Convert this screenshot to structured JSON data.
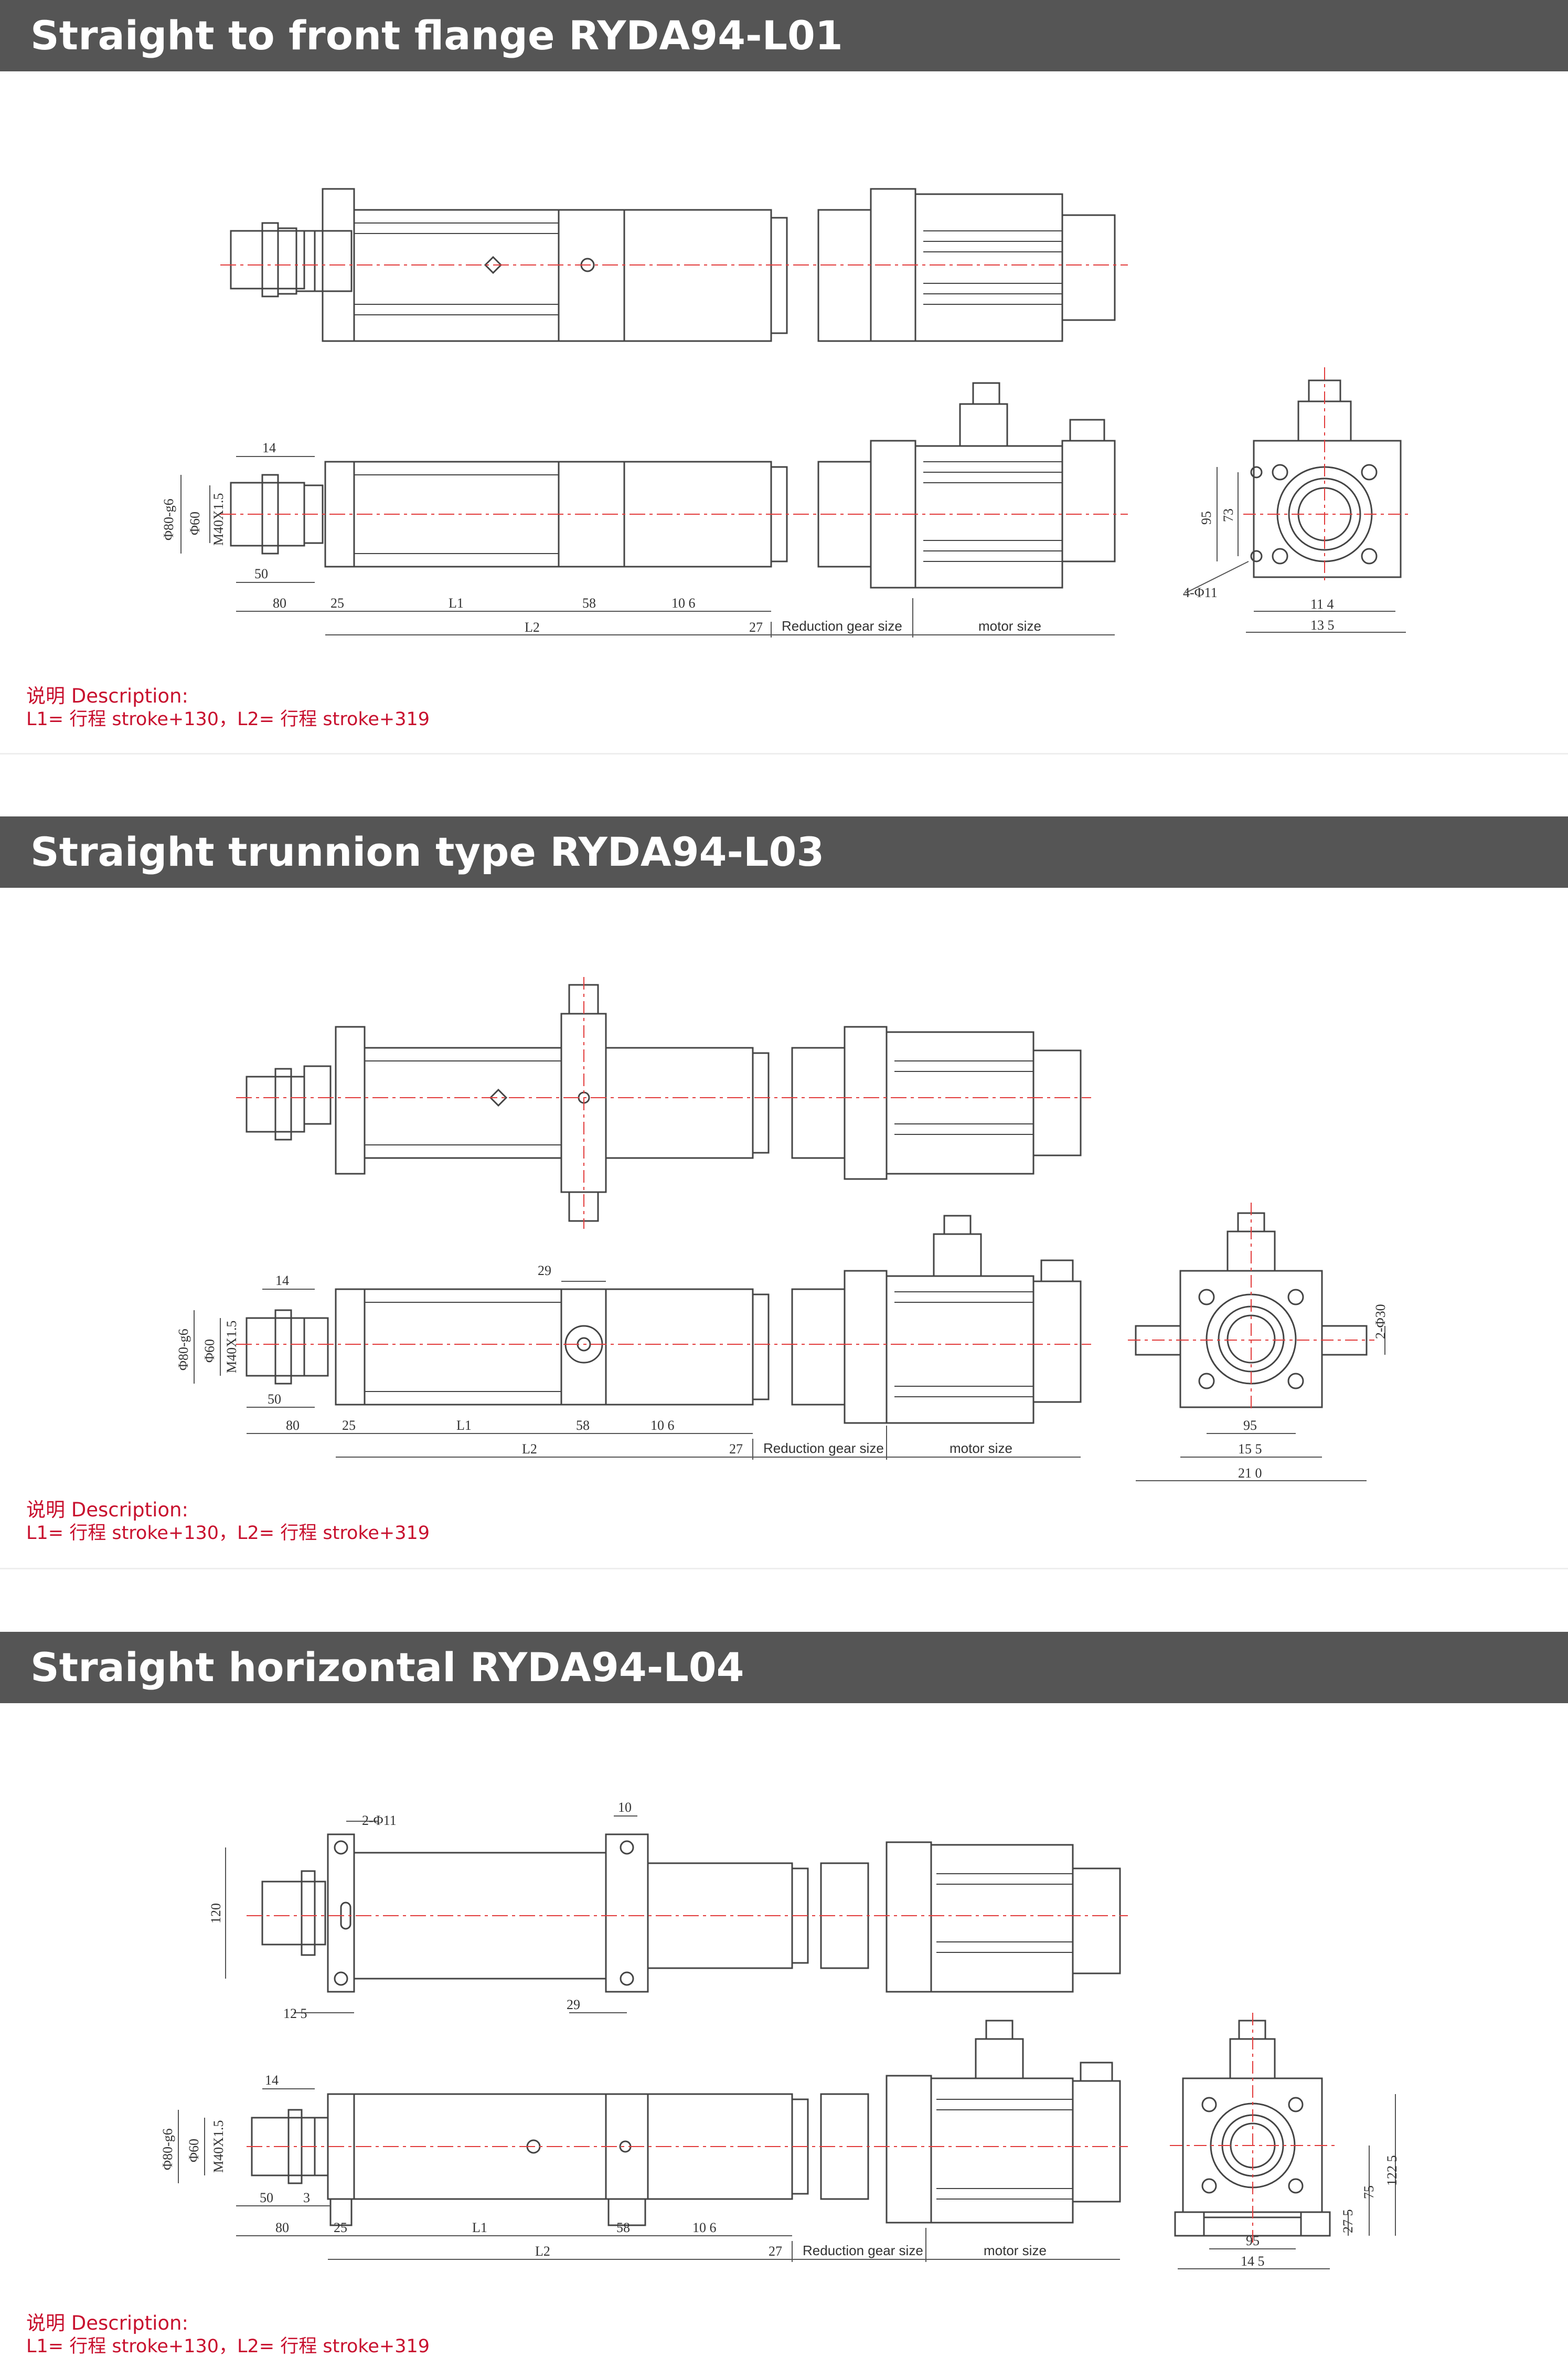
{
  "sections": [
    {
      "title": "Straight to front flange RYDA94-L01",
      "desc_title": "说明 Description:",
      "formula": "L1= 行程 stroke+130，L2= 行程 stroke+319",
      "dims": {
        "d14": "14",
        "phi80": "Φ80-g6",
        "phi60": "Φ60",
        "m40": "M40X1.5",
        "d50": "50",
        "d80": "80",
        "d25": "25",
        "L1": "L1",
        "d58": "58",
        "d106": "10 6",
        "L2": "L2",
        "d27": "27",
        "gear": "Reduction gear size",
        "motor": "motor size",
        "d95": "95",
        "d73": "73",
        "holes": "4-Φ11",
        "d114": "11 4",
        "d135": "13 5"
      }
    },
    {
      "title": "Straight trunnion type RYDA94-L03",
      "desc_title": "说明 Description:",
      "formula": "L1= 行程 stroke+130，L2= 行程 stroke+319",
      "dims": {
        "d29": "29",
        "d14": "14",
        "phi80": "Φ80-g6",
        "phi60": "Φ60",
        "m40": "M40X1.5",
        "d50": "50",
        "d80": "80",
        "d25": "25",
        "L1": "L1",
        "d58": "58",
        "d106": "10 6",
        "L2": "L2",
        "d27": "27",
        "gear": "Reduction gear size",
        "motor": "motor size",
        "phi30": "2-Φ30",
        "d95": "95",
        "d155": "15 5",
        "d210": "21 0"
      }
    },
    {
      "title": "Straight horizontal RYDA94-L04",
      "desc_title": "说明 Description:",
      "formula": "L1= 行程 stroke+130，L2= 行程 stroke+319",
      "dims": {
        "phi11": "2-Φ11",
        "d10": "10",
        "d120": "120",
        "d125": "12 5",
        "d29": "29",
        "d14": "14",
        "phi80": "Φ80-g6",
        "phi60": "Φ60",
        "m40": "M40X1.5",
        "d50": "50",
        "d3": "3",
        "d80": "80",
        "d25": "25",
        "L1": "L1",
        "d58": "58",
        "d106": "10 6",
        "L2": "L2",
        "d27": "27",
        "gear": "Reduction gear size",
        "motor": "motor size",
        "d95": "95",
        "d145": "14 5",
        "d1225": "122 5",
        "d75": "75",
        "d275": "27 5"
      }
    }
  ],
  "colors": {
    "band": "#555555",
    "band_text": "#ffffff",
    "desc_text": "#c8102e",
    "line": "#444444",
    "center_line": "#e23b3b"
  }
}
